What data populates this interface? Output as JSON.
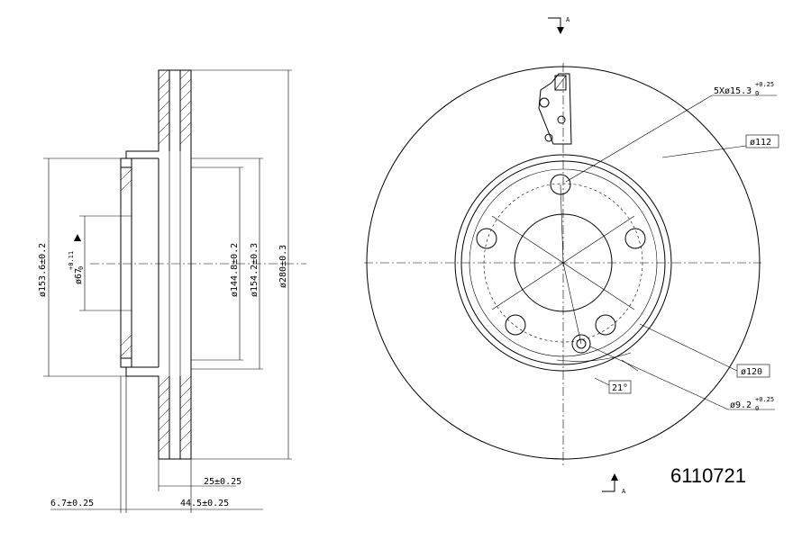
{
  "drawing": {
    "part_number": "6110721",
    "section_marks": {
      "top": "A",
      "bottom": "A"
    },
    "side_view_labels": {
      "hub_diameter": "ø153.6±0.2",
      "center_bore_base": "ø67",
      "center_bore_tol": "+0.11",
      "center_bore_tol_low": "0",
      "inner_diameter": "ø144.8±0.2",
      "inner_diameter_2": "ø154.2±0.3",
      "outer_diameter": "ø280±0.3",
      "disc_thickness": "25±0.25",
      "hub_thickness": "6.7±0.25",
      "overall_height": "44.5±0.25"
    },
    "front_view_labels": {
      "bolt_holes_base": "5Xø15.3",
      "bolt_holes_tol": "+0.25",
      "bolt_holes_tol_low": "0",
      "pcd_112": "ø112",
      "pcd_120": "ø120",
      "angle": "21°",
      "small_hole_base": "ø9.2",
      "small_hole_tol": "+0.25",
      "small_hole_tol_low": "0"
    }
  }
}
